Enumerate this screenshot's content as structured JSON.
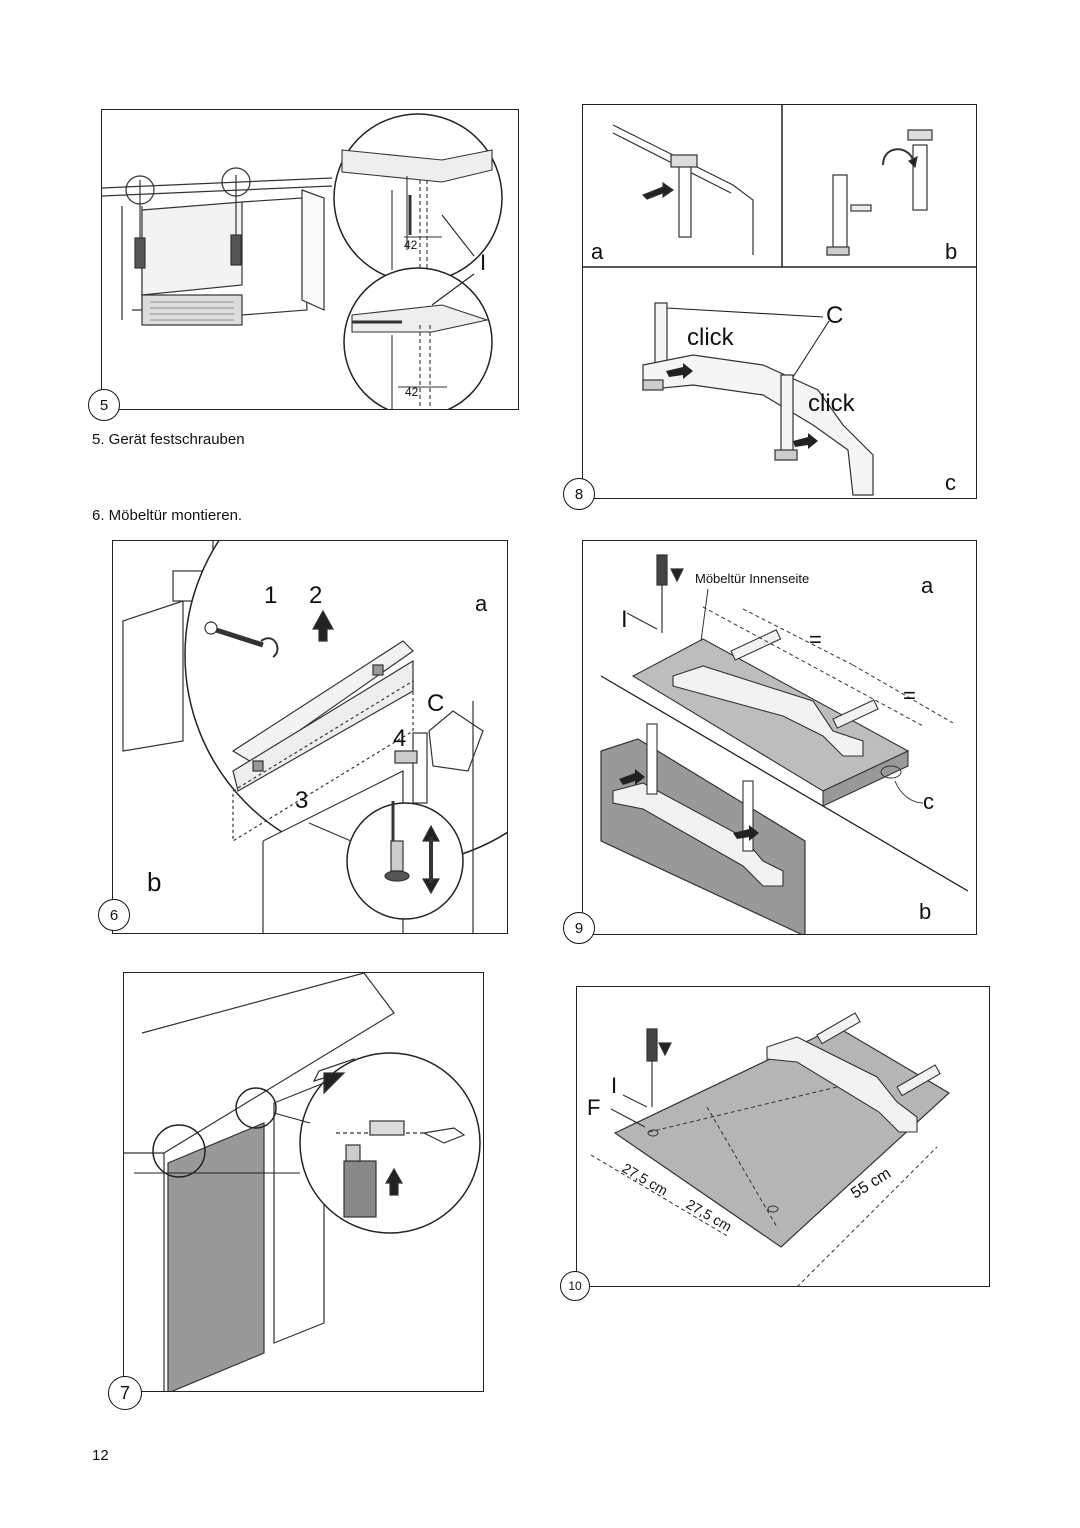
{
  "page_number": "12",
  "captions": {
    "step5": "5. Gerät festschrauben",
    "step6": "6. Möbeltür montieren."
  },
  "fig5": {
    "number": "5",
    "dim_top": "42",
    "dim_bottom": "42",
    "label_I": "I"
  },
  "fig6": {
    "number": "6",
    "step1": "1",
    "step2": "2",
    "step3": "3",
    "step4": "4",
    "label_a": "a",
    "label_b": "b",
    "label_C": "C"
  },
  "fig7": {
    "number": "7"
  },
  "fig8": {
    "number": "8",
    "label_a": "a",
    "label_b": "b",
    "label_c": "c",
    "label_C": "C",
    "click_top": "click",
    "click_bottom": "click"
  },
  "fig9": {
    "number": "9",
    "label_inner": "Möbeltür Innenseite",
    "label_a": "a",
    "label_b": "b",
    "label_c": "c",
    "label_I": "I",
    "equal_1": "=",
    "equal_2": "="
  },
  "fig10": {
    "number": "10",
    "label_I": "I",
    "label_F": "F",
    "dim_1": "27,5 cm",
    "dim_2": "27,5 cm",
    "dim_3": "55 cm"
  }
}
